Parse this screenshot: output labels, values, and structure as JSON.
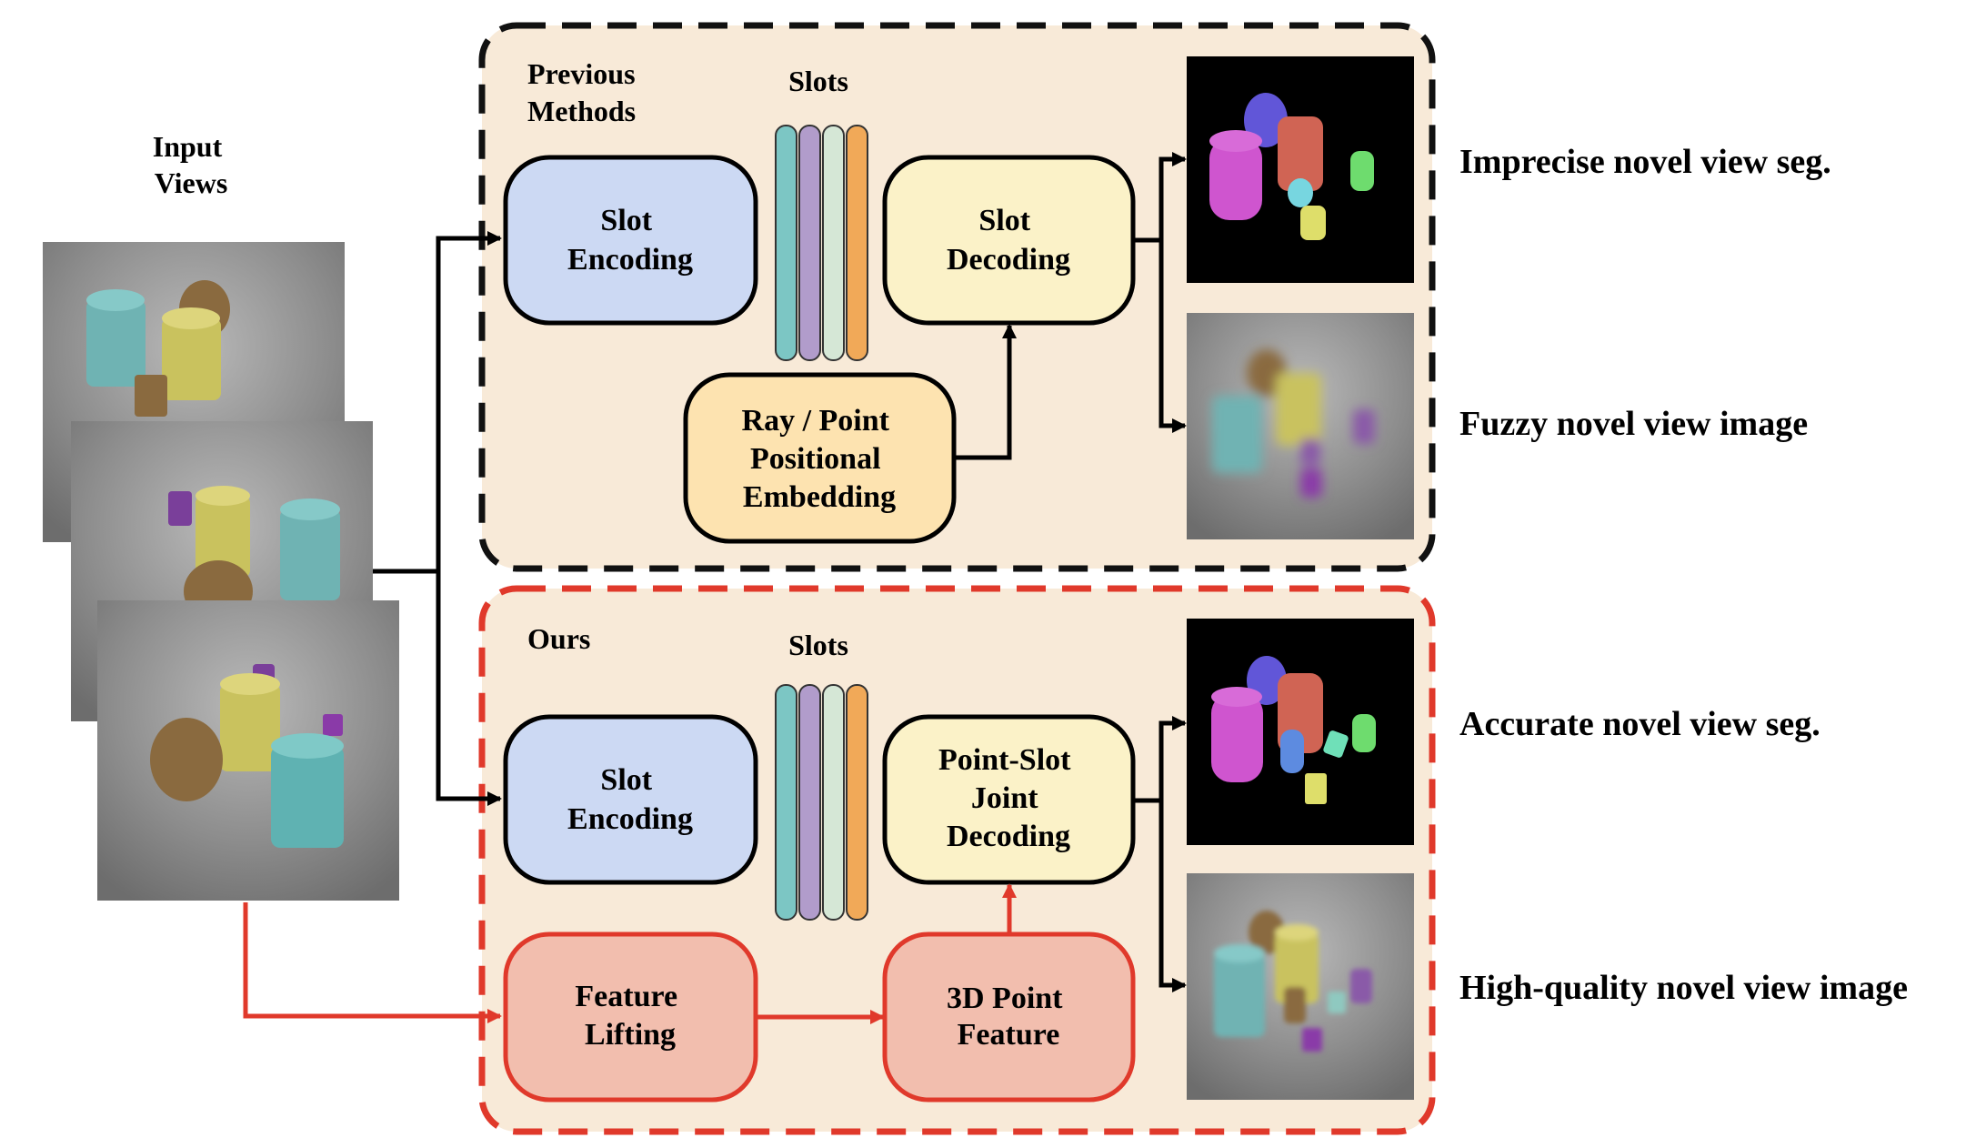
{
  "input": {
    "title_line1": "Input",
    "title_line2": "Views"
  },
  "previous": {
    "title_line1": "Previous",
    "title_line2": "Methods",
    "slots_label": "Slots",
    "slot_encoding": [
      "Slot",
      "Encoding"
    ],
    "slot_decoding": [
      "Slot",
      "Decoding"
    ],
    "ray_embedding": [
      "Ray / Point",
      "Positional",
      "Embedding"
    ],
    "out_seg_caption": "Imprecise novel view seg.",
    "out_img_caption": "Fuzzy novel view image"
  },
  "ours": {
    "title": "Ours",
    "slots_label": "Slots",
    "slot_encoding": [
      "Slot",
      "Encoding"
    ],
    "joint_decoding": [
      "Point-Slot",
      "Joint",
      "Decoding"
    ],
    "feature_lifting": [
      "Feature",
      "Lifting"
    ],
    "point_feature": [
      "3D Point",
      "Feature"
    ],
    "out_seg_caption": "Accurate novel view seg.",
    "out_img_caption": "High-quality novel view image"
  },
  "colors": {
    "panel_fill": "#f8ead8",
    "previous_border": "#111111",
    "ours_border": "#e0392b",
    "slot_encoding_fill": "#ccd9f3",
    "decoding_fill": "#fbf2c8",
    "ray_fill": "#fde3b0",
    "feature_fill": "#f2beae",
    "red_arrow": "#e0392b",
    "slot_colors": [
      "#7cc6c4",
      "#b19ccb",
      "#d5e7d6",
      "#f1a958"
    ]
  }
}
